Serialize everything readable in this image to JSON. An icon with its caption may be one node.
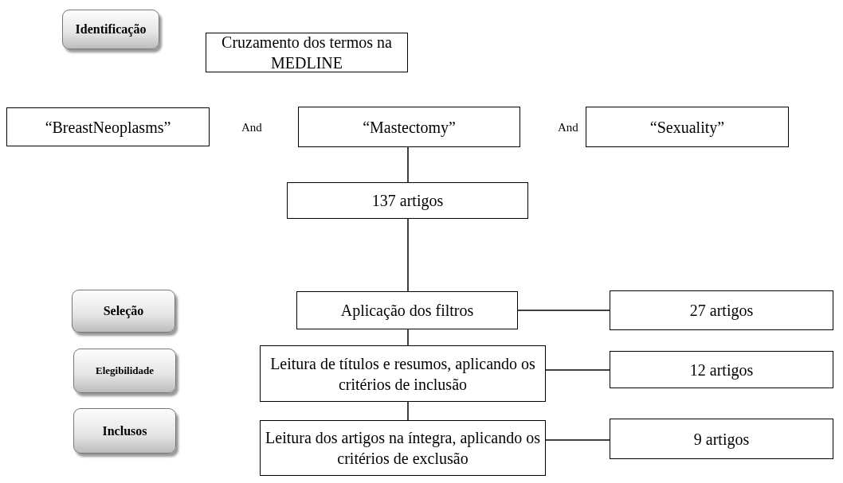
{
  "diagram": {
    "nodes": [
      {
        "text": [
          "Identificação"
        ]
      },
      {
        "text": [
          "Cruzamento dos termos na MEDLINE"
        ]
      },
      {
        "text": [
          "“BreastNeoplasms”"
        ]
      },
      {
        "text": [
          "“Mastectomy”"
        ]
      },
      {
        "text": [
          "“Sexuality”"
        ]
      },
      {
        "text": [
          "137 artigos"
        ]
      },
      {
        "text": [
          "Seleção"
        ]
      },
      {
        "text": [
          "Aplicação dos filtros"
        ]
      },
      {
        "text": [
          "27 artigos"
        ]
      },
      {
        "text": [
          "Elegibilidade"
        ]
      },
      {
        "text": [
          "Leitura de títulos e resumos, aplicando os critérios de inclusão"
        ]
      },
      {
        "text": [
          "12 artigos"
        ]
      },
      {
        "text": [
          "Inclusos"
        ]
      },
      {
        "text": [
          "Leitura dos artigos na íntegra, aplicando os critérios de exclusão"
        ]
      },
      {
        "text": [
          "9 artigos"
        ]
      }
    ],
    "edges": [
      {
        "from": 3,
        "to": 5,
        "arrow": "none"
      },
      {
        "from": 5,
        "to": 7,
        "arrow": "none"
      },
      {
        "from": 7,
        "to": 8,
        "arrow": "none"
      },
      {
        "from": 7,
        "to": 10,
        "arrow": "none"
      },
      {
        "from": 10,
        "to": 11,
        "arrow": "none"
      },
      {
        "from": 10,
        "to": 13,
        "arrow": "none"
      },
      {
        "from": 13,
        "to": 14,
        "arrow": "none"
      }
    ],
    "labels": [
      "And",
      "And"
    ]
  }
}
